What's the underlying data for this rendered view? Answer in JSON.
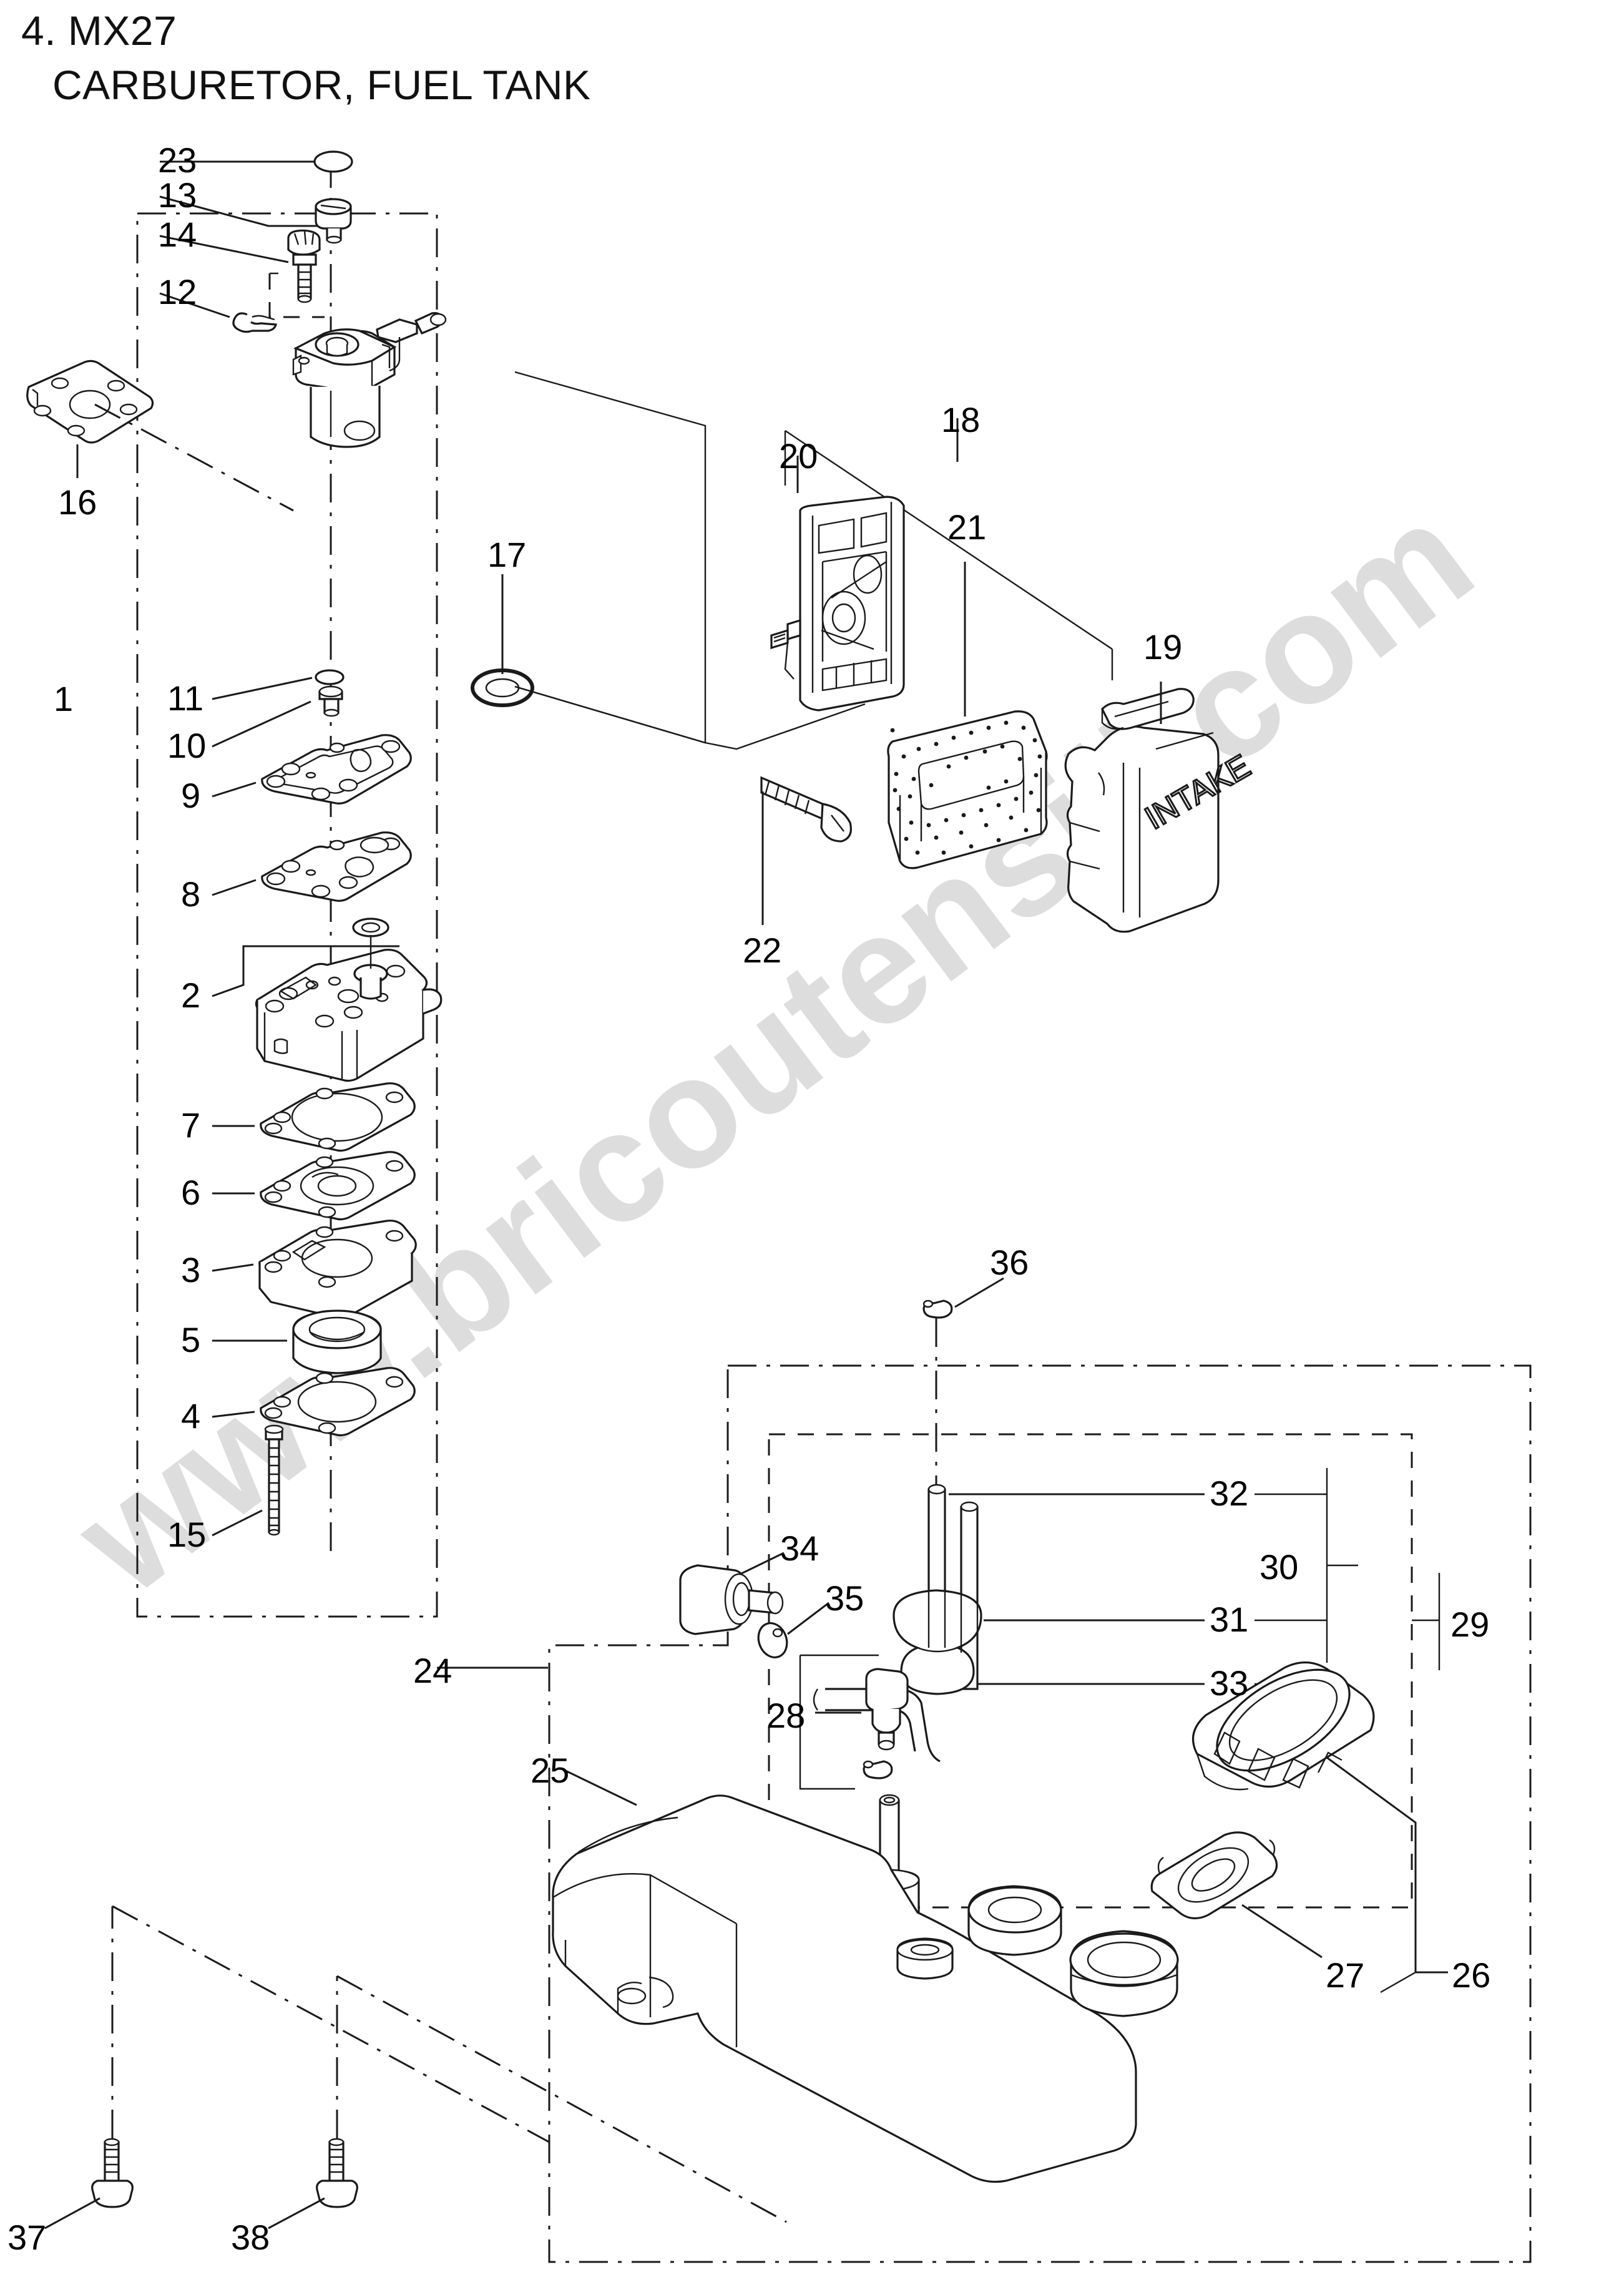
{
  "document": {
    "section_number": "4.",
    "model": "MX27",
    "title": "CARBURETOR, FUEL TANK",
    "title_line1": "4. MX27",
    "title_line2": "CARBURETOR, FUEL TANK"
  },
  "watermark": {
    "text": "www.bricoutensili.com"
  },
  "part_labels": {
    "n1": "1",
    "n2": "2",
    "n3": "3",
    "n4": "4",
    "n5": "5",
    "n6": "6",
    "n7": "7",
    "n8": "8",
    "n9": "9",
    "n10": "10",
    "n11": "11",
    "n12": "12",
    "n13": "13",
    "n14": "14",
    "n15": "15",
    "n16": "16",
    "n17": "17",
    "n18": "18",
    "n19": "19",
    "n20": "20",
    "n21": "21",
    "n22": "22",
    "n23": "23",
    "n24": "24",
    "n25": "25",
    "n26": "26",
    "n27": "27",
    "n28": "28",
    "n29": "29",
    "n30": "30",
    "n31": "31",
    "n32": "32",
    "n33": "33",
    "n34": "34",
    "n35": "35",
    "n36": "36",
    "n37": "37",
    "n38": "38"
  },
  "part_markings": {
    "air_cleaner_cover_text": "INTAKE"
  },
  "colors": {
    "line": "#1a1a1a",
    "background": "#ffffff",
    "watermark": "#000000"
  }
}
